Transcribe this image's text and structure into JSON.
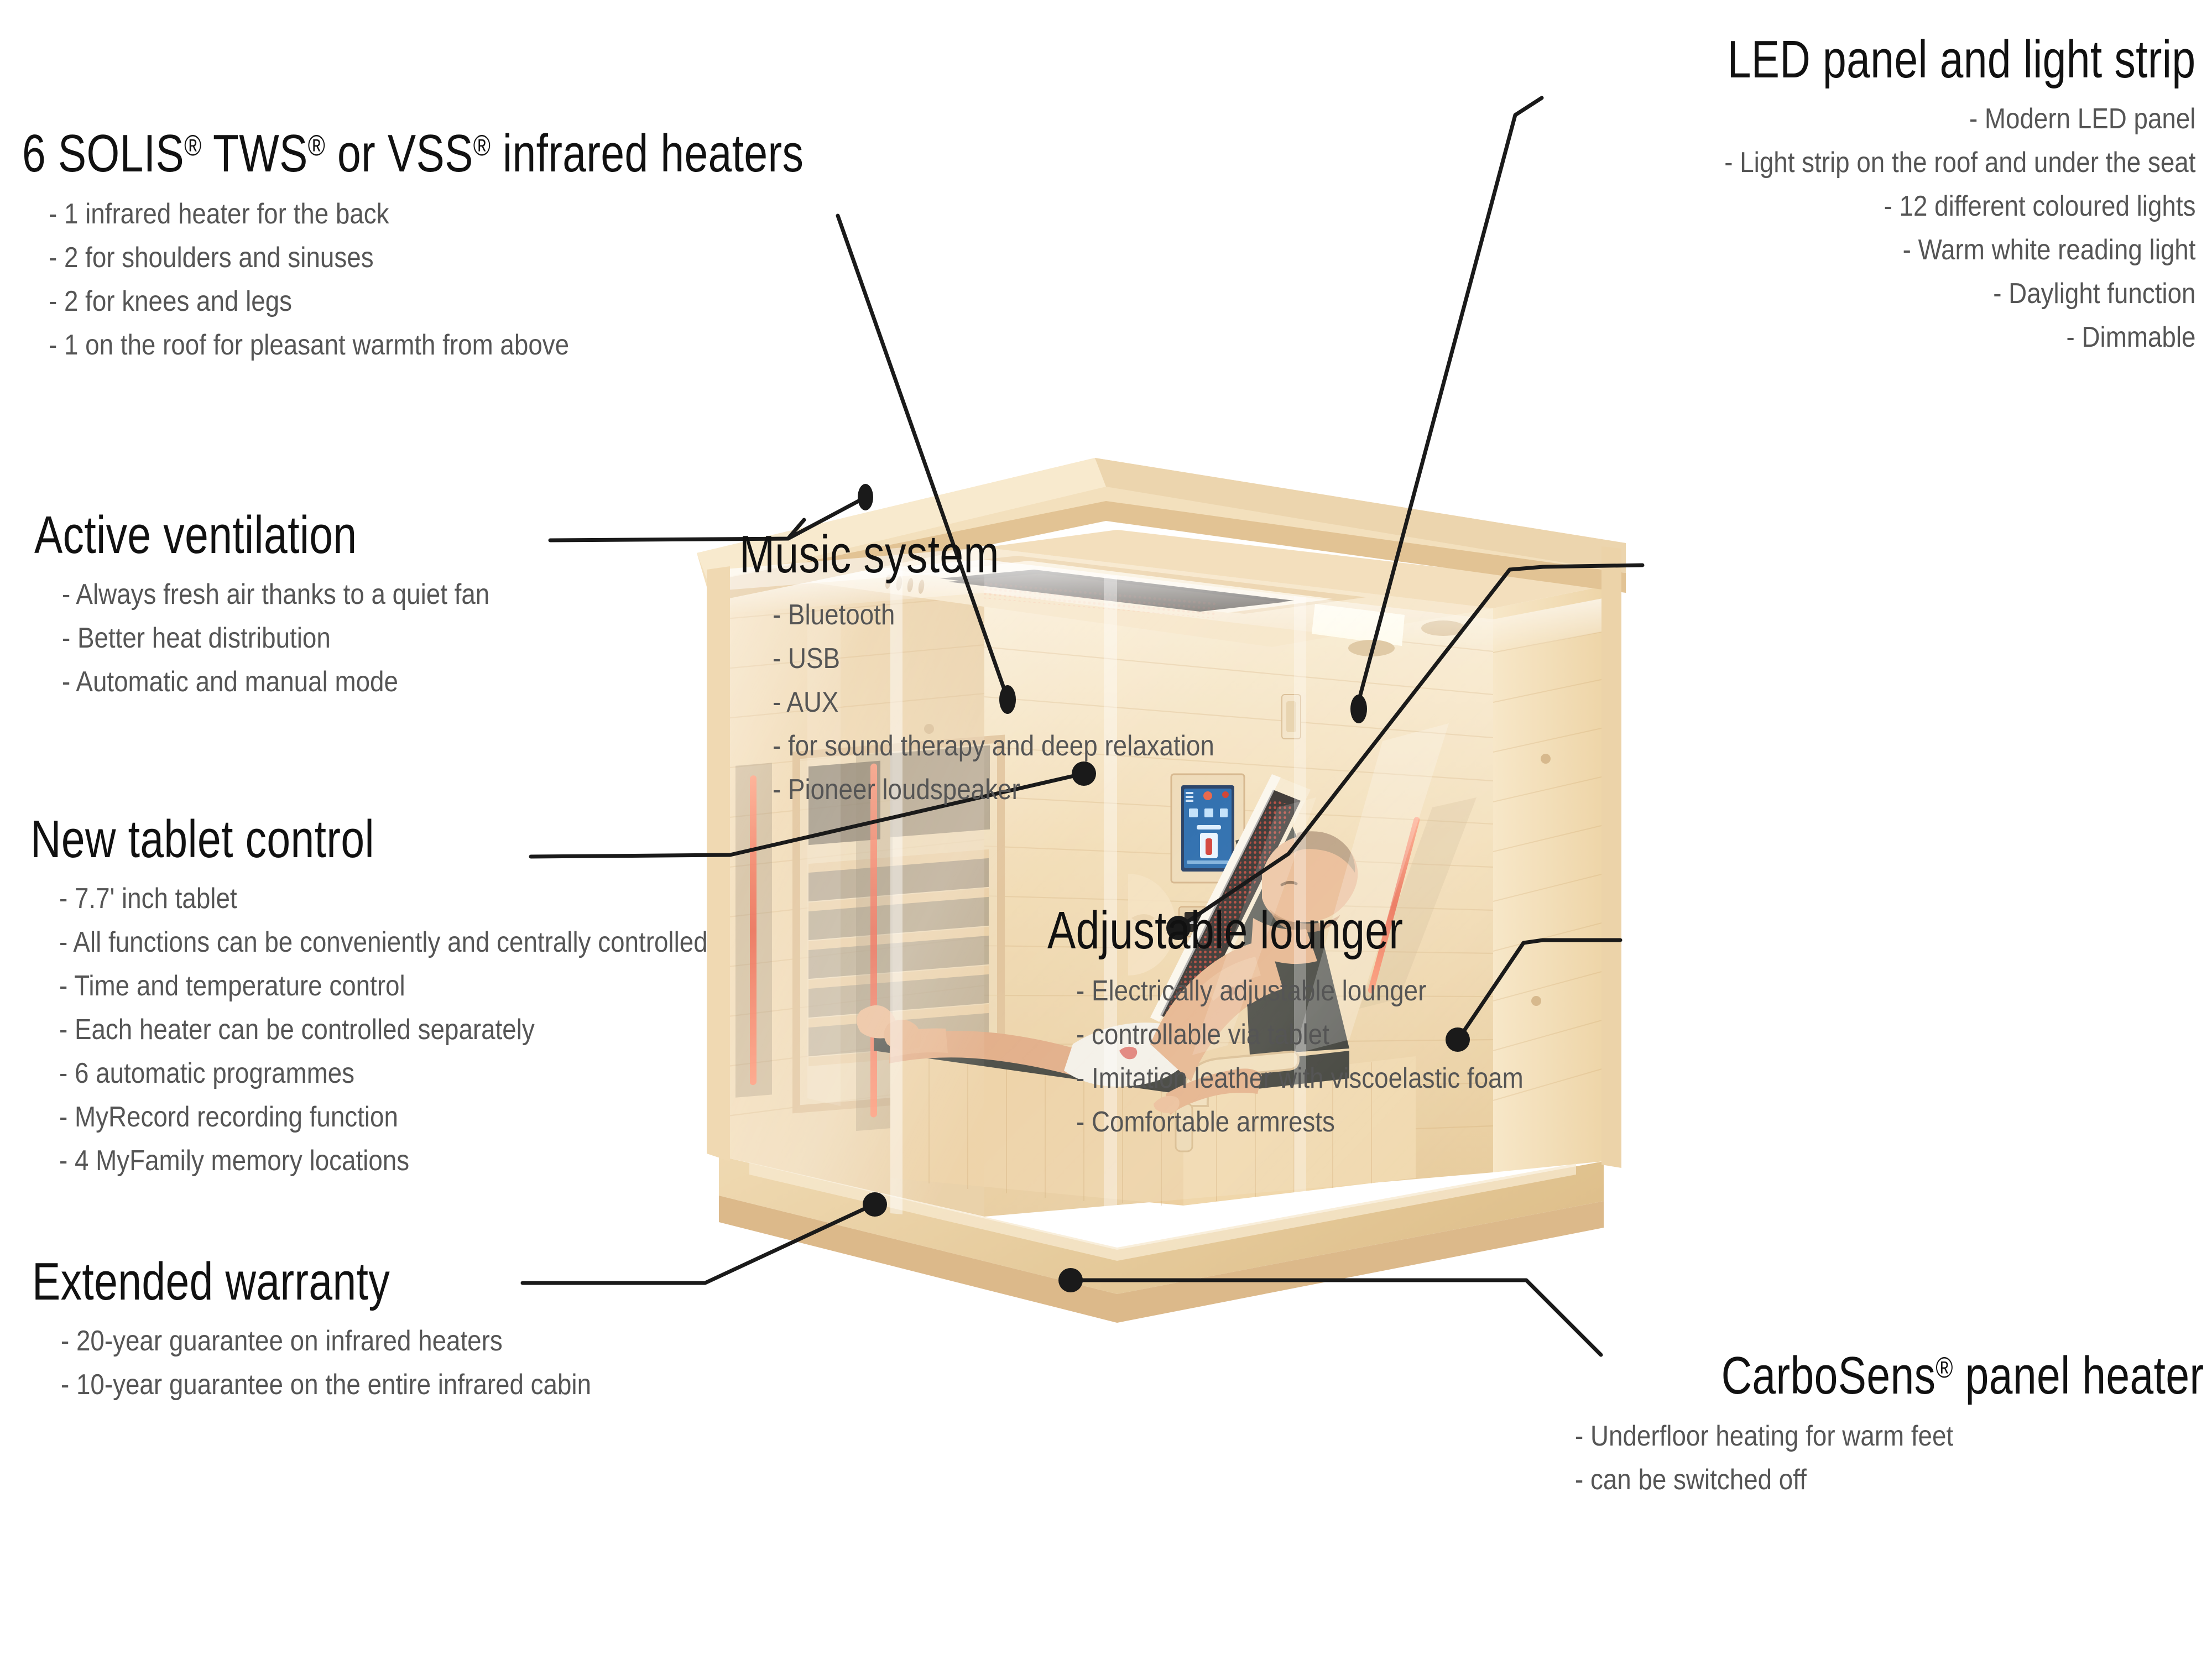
{
  "page": {
    "background": "#ffffff",
    "title_color": "#111111",
    "bullet_color": "#555555",
    "leader_color": "#1a1a1a"
  },
  "callouts": [
    {
      "id": "heaters",
      "title": "6 SOLIS® TWS® or VSS® infrared heaters",
      "title_parts": [
        "6 SOLIS",
        "®",
        " TWS",
        "®",
        " or VSS",
        "®",
        " infrared heaters"
      ],
      "bullets": [
        "- 1 infrared heater for the back",
        "- 2 for shoulders and sinuses",
        "- 2 for knees and legs",
        "- 1 on the roof for pleasant warmth from above"
      ]
    },
    {
      "id": "led",
      "title": "LED panel and light strip",
      "bullets": [
        "- Modern LED panel",
        "-  Light strip on the roof and under the seat",
        "- 12 different coloured lights",
        "- Warm white reading light",
        "- Daylight function",
        "- Dimmable"
      ]
    },
    {
      "id": "ventilation",
      "title": "Active ventilation",
      "bullets": [
        "- Always fresh air thanks to a quiet fan",
        "- Better heat distribution",
        "- Automatic and manual mode"
      ]
    },
    {
      "id": "tablet",
      "title": "New tablet control",
      "bullets": [
        "- 7.7' inch tablet",
        "- All functions can be conveniently and centrally controlled",
        "- Time and temperature control",
        "- Each heater can be controlled separately",
        "- 6 automatic programmes",
        "- MyRecord recording function",
        "- 4 MyFamily memory locations"
      ]
    },
    {
      "id": "warranty",
      "title": "Extended warranty",
      "bullets": [
        "- 20-year guarantee on infrared heaters",
        "- 10-year guarantee on the entire infrared cabin"
      ]
    },
    {
      "id": "music",
      "title": "Music system",
      "bullets": [
        "- Bluetooth",
        "- USB",
        "- AUX",
        "- for sound therapy and deep relaxation",
        "- Pioneer loudspeaker"
      ]
    },
    {
      "id": "lounger",
      "title": "Adjustable lounger",
      "bullets": [
        "- Electrically adjustable lounger",
        "- controllable via tablet",
        "- Imitation leather with viscoelastic foam",
        "- Comfortable armrests"
      ]
    },
    {
      "id": "carbosens",
      "title": "CarboSens® panel heater",
      "title_parts": [
        "CarboSens",
        "®",
        " panel heater"
      ],
      "bullets": [
        "- Underfloor heating for warm feet",
        "- can be switched off"
      ]
    }
  ],
  "product": {
    "name": "infrared sauna cabin",
    "wood_light": "#f4dcb8",
    "wood_mid": "#e9c894",
    "wood_dark": "#d9ae70",
    "wood_deep": "#c9954f",
    "glass": "#ffffff",
    "heater_red": "#e8563c",
    "heater_dark": "#2b2622",
    "lounger_dark": "#3a3b34",
    "skin": "#e9b48c",
    "towel": "#f3efe6",
    "tablet_screen": "#1e63a8"
  }
}
